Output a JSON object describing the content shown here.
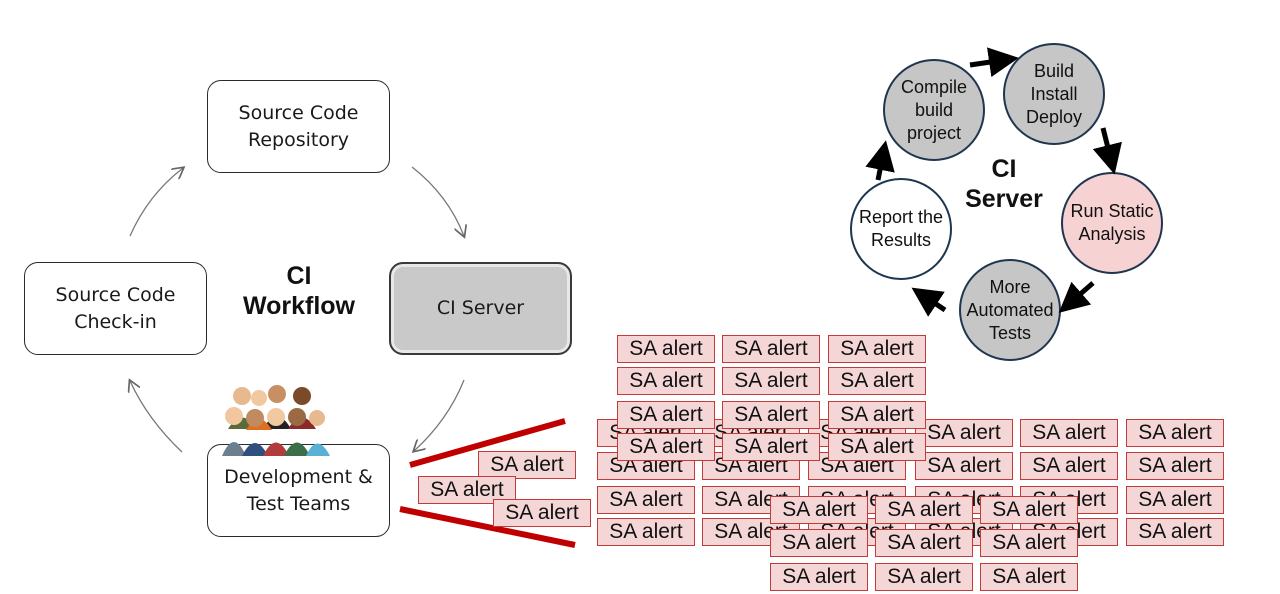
{
  "workflow": {
    "title": "CI\nWorkflow",
    "nodes": {
      "repository": "Source Code\nRepository",
      "ci_server": "CI Server",
      "teams": "Development &\nTest Teams",
      "checkin": "Source Code\nCheck-in"
    }
  },
  "server_cycle": {
    "title": "CI\nServer",
    "steps": {
      "compile": "Compile\nbuild\nproject",
      "build": "Build\nInstall\nDeploy",
      "static": "Run Static\nAnalysis",
      "tests": "More\nAutomated\nTests",
      "report": "Report the\nResults"
    }
  },
  "alert_label": "SA alert",
  "colors": {
    "alert_fill": "#f5d6d6",
    "alert_border": "#c23b3b",
    "funnel_line": "#c00000",
    "server_box": "#c9c9c9"
  },
  "icons": [
    "team-people-icon"
  ]
}
